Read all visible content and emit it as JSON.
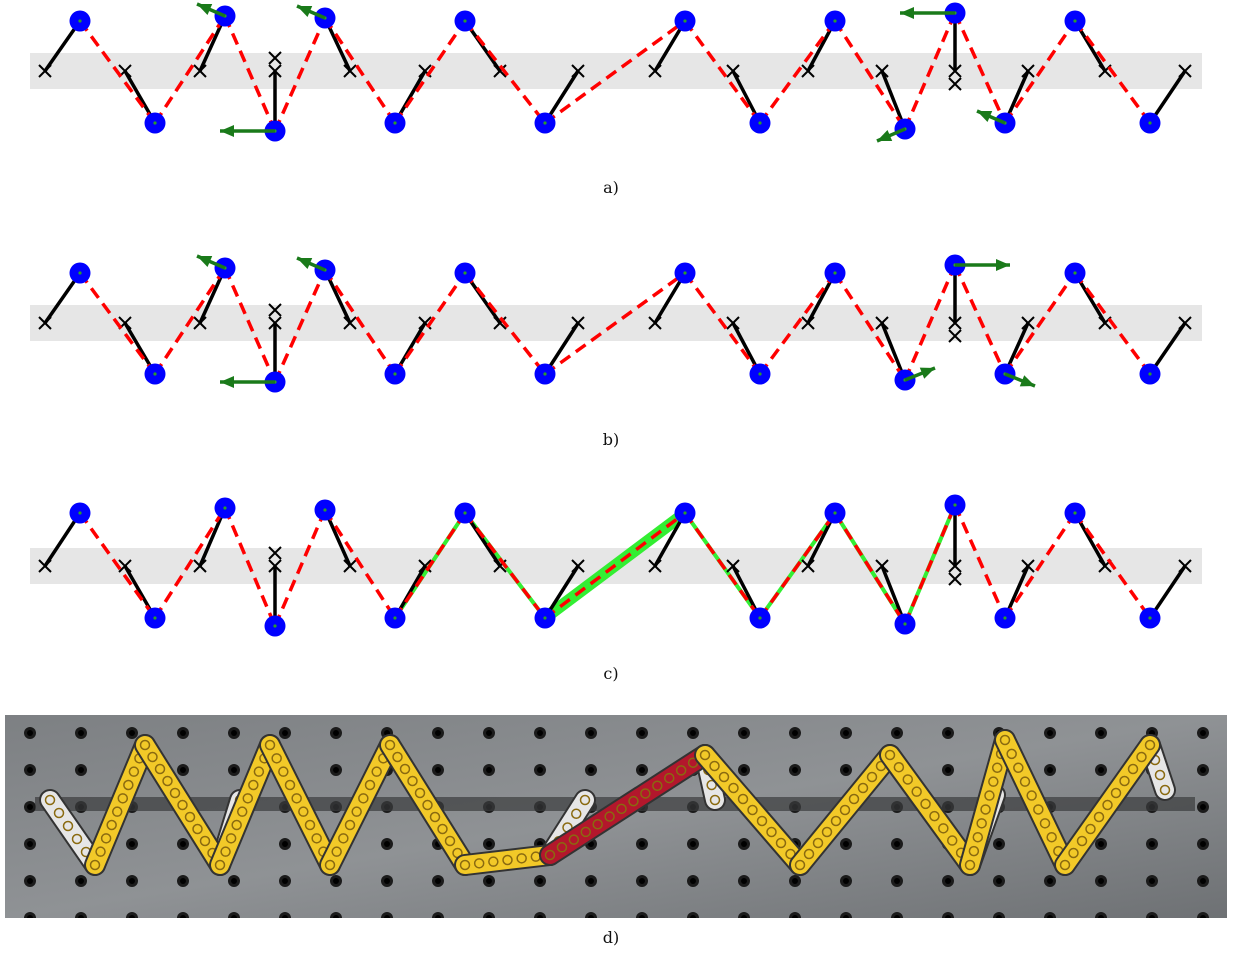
{
  "panels": [
    {
      "caption": "a)",
      "nodes": [
        {
          "n": 0,
          "top": true
        },
        {
          "n": 1,
          "top": false
        },
        {
          "n": 2,
          "top": true
        },
        {
          "n": 3,
          "top": false,
          "low": true
        },
        {
          "n": 4,
          "top": true
        },
        {
          "n": 5,
          "top": false
        },
        {
          "n": 6,
          "top": true
        },
        {
          "n": 7,
          "top": false
        },
        {
          "n": 8,
          "top": true
        },
        {
          "n": 9,
          "top": false
        },
        {
          "n": 10,
          "top": true
        },
        {
          "n": 11,
          "top": false
        },
        {
          "n": 12,
          "top": true,
          "high": true
        },
        {
          "n": 13,
          "top": false
        },
        {
          "n": 14,
          "top": true
        },
        {
          "n": 15,
          "top": false
        }
      ],
      "arrows": [
        {
          "node": 2,
          "dir": "up-left"
        },
        {
          "node": 3,
          "dir": "left"
        },
        {
          "node": 4,
          "dir": "up-left"
        },
        {
          "node": 11,
          "dir": "down-left"
        },
        {
          "node": 12,
          "dir": "left"
        },
        {
          "node": 13,
          "dir": "up-left"
        }
      ]
    },
    {
      "caption": "b)",
      "arrows": [
        {
          "node": 2,
          "dir": "up-left"
        },
        {
          "node": 3,
          "dir": "left"
        },
        {
          "node": 4,
          "dir": "up-left"
        },
        {
          "node": 11,
          "dir": "up-right"
        },
        {
          "node": 12,
          "dir": "right"
        },
        {
          "node": 13,
          "dir": "down-right"
        }
      ]
    },
    {
      "caption": "c)",
      "highlight_segments": [
        5,
        6,
        7,
        8,
        9,
        10,
        11
      ],
      "thick_segment": 7
    }
  ],
  "photo": {
    "caption": "d)",
    "description_colors": {
      "yellow_link": "#f2c928",
      "red_link": "#b3172c",
      "white_link": "#e6e6e6",
      "board": "#6a6d70"
    }
  },
  "colors": {
    "node": "#0000ff",
    "dashed_link": "#ff0000",
    "black_link": "#000000",
    "arrow": "#1a7a1a",
    "highlight": "#33ee33",
    "band": "#e6e6e6"
  }
}
